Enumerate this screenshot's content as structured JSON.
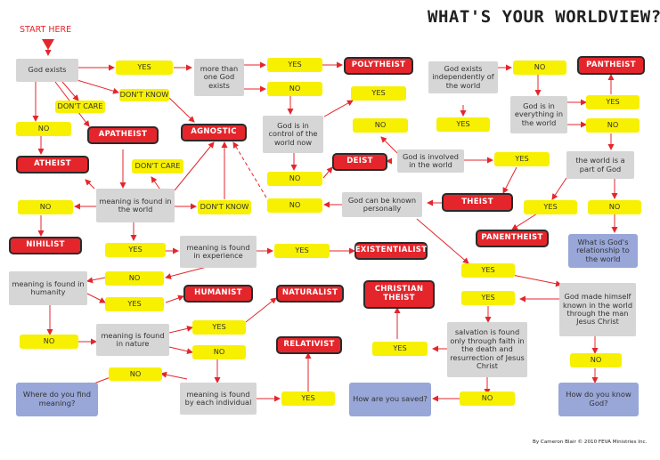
{
  "title": "WHAT'S YOUR WORLDVIEW?",
  "start_label": "START HERE",
  "credit": "By Cameron Blair © 2010 FEVA Ministries Inc.",
  "colors": {
    "arrow": "#e4262c",
    "worldview": "#e4262c",
    "answer": "#f7f000",
    "question": "#d6d6d6",
    "final_question": "#98a6d8"
  },
  "questions": {
    "god_exists": "God exists",
    "more_than_one": "more than one God exists",
    "god_control": "God is in control of the world now",
    "god_independent": "God exists independently of the world",
    "god_everything": "God is in everything in the world",
    "world_part_of_god": "the world is a part of God",
    "god_involved": "God is involved in the world",
    "god_known": "God can be known personally",
    "meaning_world": "meaning is found in the world",
    "meaning_experience": "meaning is found in experience",
    "meaning_humanity": "meaning is found in humanity",
    "meaning_nature": "meaning is found in nature",
    "meaning_individual": "meaning is found by each individual",
    "salvation": "salvation is found only through faith in the death and resurrection of Jesus Christ",
    "god_made_known": "God made himself known in the world through the man Jesus Christ"
  },
  "final_questions": {
    "relationship": "What is God's relationship to the world",
    "find_meaning": "Where do you find meaning?",
    "saved": "How are you saved?",
    "know_god": "How do you know God?"
  },
  "worldviews": {
    "polytheist": "POLYTHEIST",
    "pantheist": "PANTHEIST",
    "apatheist": "APATHEIST",
    "agnostic": "AGNOSTIC",
    "atheist": "ATHEIST",
    "deist": "DEIST",
    "theist": "THEIST",
    "panentheist": "PANENTHEIST",
    "nihilist": "NIHILIST",
    "existentialist": "EXISTENTIALIST",
    "humanist": "HUMANIST",
    "naturalist": "NATURALIST",
    "relativist": "RELATIVIST",
    "christian_theist": "CHRISTIAN THEIST"
  },
  "answers": {
    "yes": "YES",
    "no": "NO",
    "dont_know": "DON'T KNOW",
    "dont_care": "DON'T CARE"
  }
}
